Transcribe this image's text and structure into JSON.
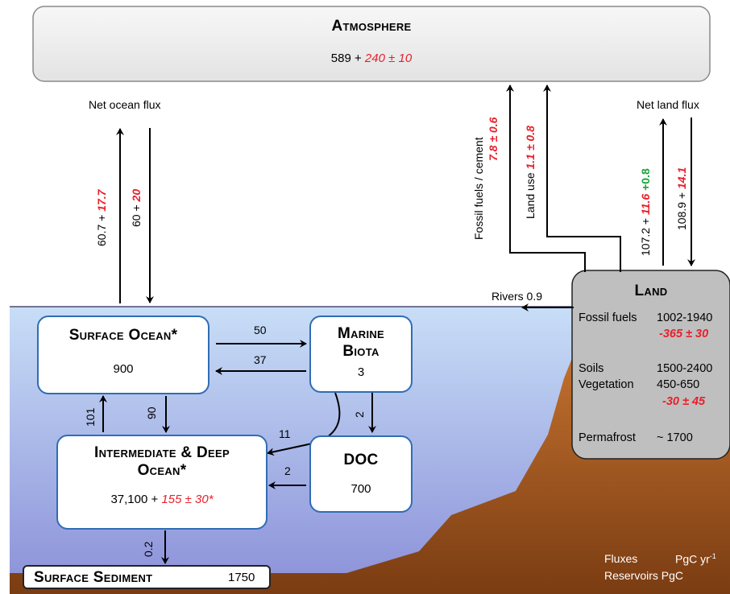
{
  "atmosphere": {
    "title": "Atmosphere",
    "base": "589 + ",
    "change": "240 ± 10"
  },
  "net_ocean_flux": {
    "label": "Net ocean flux",
    "up_base": "60.7 + ",
    "up_change": "17.7",
    "down_base": "60 + ",
    "down_change": "20"
  },
  "fossil_fuels_flux": {
    "label": "Fossil fuels / cement",
    "value": "7.8 ± 0.6"
  },
  "land_use_flux": {
    "label": "Land use ",
    "value": "1.1 ± 0.8"
  },
  "net_land_flux": {
    "label": "Net land flux",
    "up_base": "107.2 + ",
    "up_change": "11.6",
    "up_extra": " +0.8",
    "down_base": "108.9 + ",
    "down_change": "14.1"
  },
  "rivers": {
    "label": "Rivers 0.9"
  },
  "land": {
    "title": "Land",
    "fossil_label": "Fossil fuels",
    "fossil_value": "1002-1940",
    "fossil_change": "-365 ± 30",
    "soils_label": "Soils",
    "soils_value": "1500-2400",
    "veg_label": "Vegetation",
    "veg_value": "450-650",
    "veg_change": "-30 ± 45",
    "permafrost_label": "Permafrost",
    "permafrost_value": "~ 1700"
  },
  "surface_ocean": {
    "title": "Surface Ocean*",
    "value": "900"
  },
  "marine_biota": {
    "title_1": "Marine",
    "title_2": "Biota",
    "value": "3"
  },
  "doc": {
    "title": "DOC",
    "value": "700"
  },
  "deep_ocean": {
    "title_1": "Intermediate & Deep",
    "title_2": "Ocean*",
    "base": "37,100 + ",
    "change": "155 ± 30*"
  },
  "sediment": {
    "title": "Surface Sediment",
    "value": "1750"
  },
  "fluxes": {
    "surface_to_biota": "50",
    "biota_to_surface": "37",
    "deep_to_surface": "101",
    "surface_to_deep": "90",
    "biota_to_deep": "11",
    "biota_to_doc": "2",
    "doc_to_deep": "2",
    "deep_to_sediment": "0.2"
  },
  "legend": {
    "fluxes_label": "Fluxes",
    "fluxes_unit": "PgC yr",
    "fluxes_unit_sup": "-1",
    "reservoirs_label": "Reservoirs PgC"
  },
  "colors": {
    "ocean_top": "#c5dcf6",
    "ocean_bottom": "#8d93d9",
    "land_box": "#c0c0c0",
    "seafloor": "#b5652a",
    "red": "#e8202a",
    "green": "#1aa33a",
    "box_border": "#2f6db5"
  }
}
